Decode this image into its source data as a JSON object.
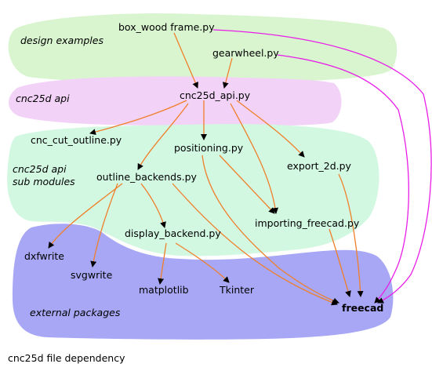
{
  "caption": "cnc25d file dependency",
  "groups": {
    "design_examples": {
      "label": "design examples",
      "color": "#d9f5cf"
    },
    "cnc25d_api": {
      "label": "cnc25d api",
      "color": "#f3d2f8"
    },
    "sub_modules": {
      "label_line1": "cnc25d api",
      "label_line2": "sub modules",
      "color": "#d2f8e2"
    },
    "external_packages": {
      "label": "external packages",
      "color": "#a7a7f5"
    }
  },
  "nodes": {
    "box_wood_frame": "box_wood frame.py",
    "gearwheel": "gearwheel.py",
    "cnc25d_api": "cnc25d_api.py",
    "cnc_cut_outline": "cnc_cut_outline.py",
    "positioning": "positioning.py",
    "export_2d": "export_2d.py",
    "outline_backends": "outline_backends.py",
    "importing_freecad": "importing_freecad.py",
    "display_backend": "display_backend.py",
    "dxfwrite": "dxfwrite",
    "svgwrite": "svgwrite",
    "matplotlib": "matplotlib",
    "tkinter": "Tkinter",
    "freecad": "freecad"
  },
  "edge_colors": {
    "dependency": "#f07f2a",
    "freecad_direct": "#e81ee8"
  }
}
